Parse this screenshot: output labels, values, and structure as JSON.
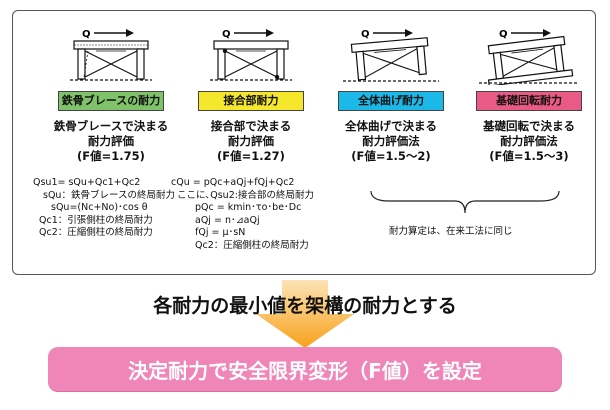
{
  "columns": [
    {
      "label": "鉄骨ブレースの耐力",
      "label_color": "#7fc26a",
      "title_lines": [
        "鉄骨ブレースで決まる",
        "耐力評価",
        "(F値=1.75)"
      ]
    },
    {
      "label": "接合部耐力",
      "label_color": "#f5e72c",
      "title_lines": [
        "接合部で決まる",
        "耐力評価",
        "(F値=1.27)"
      ]
    },
    {
      "label": "全体曲げ耐力",
      "label_color": "#1bb8e8",
      "title_lines": [
        "全体曲げで決まる",
        "耐力評価法",
        "(F値=1.5〜2)"
      ]
    },
    {
      "label": "基礎回転耐力",
      "label_color": "#ea5a86",
      "title_lines": [
        "基礎回転で決まる",
        "耐力評価法",
        "(F値=1.5〜3)"
      ]
    }
  ],
  "frame_label": "Q",
  "formulas": {
    "brace": [
      "Qsu1= sQu+Qc1+Qc2",
      "  sQu：鉄骨ブレースの終局耐力",
      "  sQu=(Nc+No)･cos θ",
      "Qc1：引張側柱の終局耐力",
      "Qc2：圧縮側柱の終局耐力"
    ],
    "joint": [
      "cQu = pQc+aQj+fQj+Qc2",
      "ここに､Qsu2:接合部の終局耐力",
      "  pQc = kmin･τo･be･Dc",
      "  aQj = n･⊿aQj",
      "  fQj = μ･sN",
      "  Qc2：圧縮側柱の終局耐力"
    ]
  },
  "note": "耐力算定は、在来工法に同じ",
  "headline": "各耐力の最小値を架構の耐力とする",
  "banner": "決定耐力で安全限界変形（F値）を設定",
  "colors": {
    "arrow": "#f7a21b",
    "banner": "#f085b8",
    "hatch": "#222222"
  }
}
